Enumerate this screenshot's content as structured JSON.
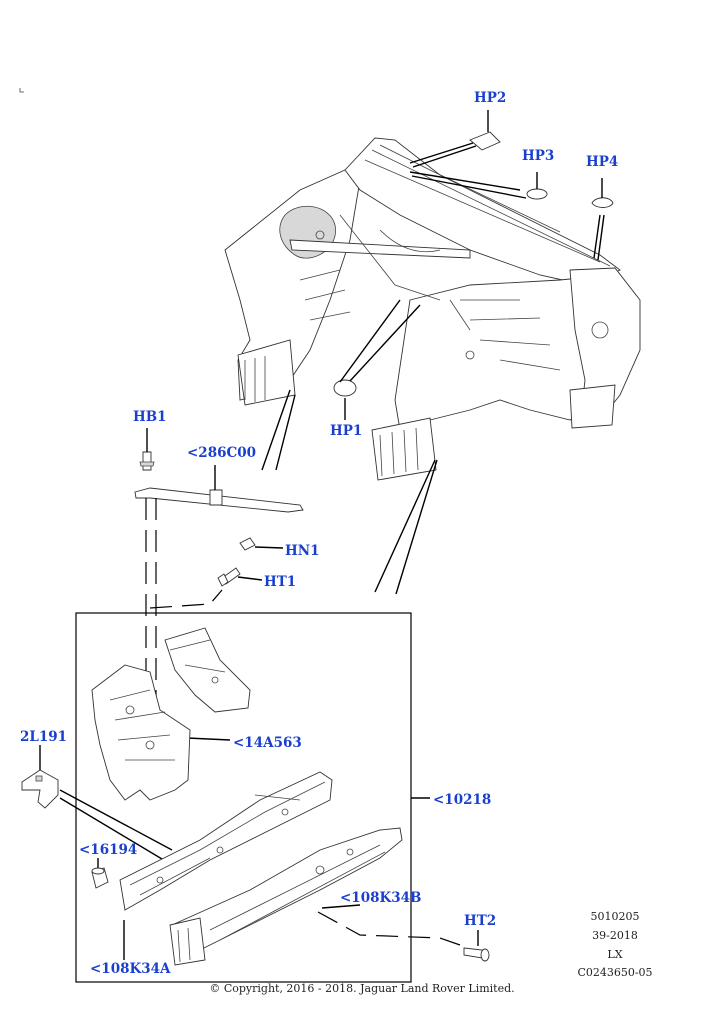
{
  "callouts": {
    "hp2": "HP2",
    "hp3": "HP3",
    "hp4": "HP4",
    "hp1": "HP1",
    "hb1": "HB1",
    "c286c00": "<286C00",
    "hn1": "HN1",
    "ht1": "HT1",
    "c14a563": "<14A563",
    "l2l191": "2L191",
    "c10218": "<10218",
    "c16194": "<16194",
    "c108k34b": "<108K34B",
    "c108k34a": "<108K34A",
    "ht2": "HT2"
  },
  "meta": {
    "line1": "5010205",
    "line2": "39-2018",
    "line3": "LX",
    "line4": "C0243650-05"
  },
  "copyright": "© Copyright, 2016 - 2018. Jaguar Land Rover Limited."
}
